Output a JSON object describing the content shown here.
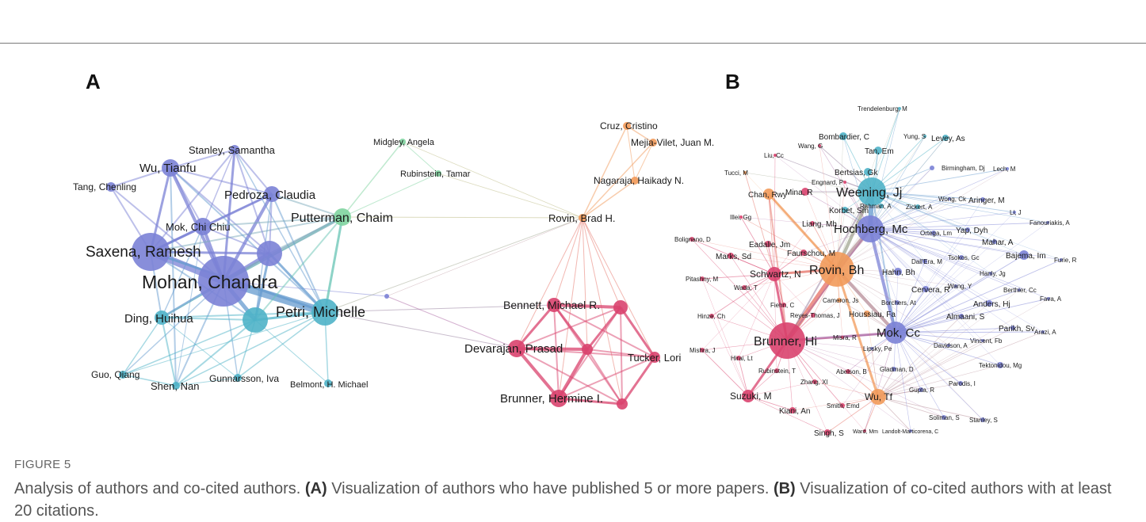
{
  "figure": {
    "label": "FIGURE 5",
    "caption_intro": "Analysis of authors and co-cited authors.",
    "caption_a_tag": "(A)",
    "caption_a_text": "Visualization of authors who have published 5 or more papers.",
    "caption_b_tag": "(B)",
    "caption_b_text": "Visualization of co-cited authors with at least 20 citations."
  },
  "panels": {
    "a_letter": "A",
    "b_letter": "B"
  },
  "colors": {
    "purple": "#7b82d6",
    "teal": "#4fb3c8",
    "green": "#7fd4a0",
    "orange": "#f29a5a",
    "pink": "#d9436e"
  },
  "panel_a": {
    "nodes": [
      {
        "id": "mohan",
        "label": "Mohan, Chandra",
        "cluster": "purple"
      },
      {
        "id": "saxena",
        "label": "Saxena, Ramesh",
        "cluster": "purple"
      },
      {
        "id": "wu_t",
        "label": "Wu, Tianfu",
        "cluster": "purple"
      },
      {
        "id": "stanley",
        "label": "Stanley, Samantha",
        "cluster": "purple"
      },
      {
        "id": "tang",
        "label": "Tang, Chenling",
        "cluster": "purple"
      },
      {
        "id": "pedroza",
        "label": "Pedroza, Claudia",
        "cluster": "purple"
      },
      {
        "id": "mok",
        "label": "Mok, Chi Chiu",
        "cluster": "purple"
      },
      {
        "id": "p_hub",
        "label": "",
        "cluster": "purple"
      },
      {
        "id": "putterman",
        "label": "Putterman, Chaim",
        "cluster": "green"
      },
      {
        "id": "petri",
        "label": "Petri, Michelle",
        "cluster": "teal"
      },
      {
        "id": "t_hub",
        "label": "",
        "cluster": "teal"
      },
      {
        "id": "ding",
        "label": "Ding, Huihua",
        "cluster": "teal"
      },
      {
        "id": "guo",
        "label": "Guo, Qiang",
        "cluster": "teal"
      },
      {
        "id": "shen",
        "label": "Shen, Nan",
        "cluster": "teal"
      },
      {
        "id": "gunnarsson",
        "label": "Gunnarsson, Iva",
        "cluster": "teal"
      },
      {
        "id": "belmont",
        "label": "Belmont, H. Michael",
        "cluster": "teal"
      },
      {
        "id": "midgley",
        "label": "Midgley, Angela",
        "cluster": "green"
      },
      {
        "id": "rubinstein",
        "label": "Rubinstein, Tamar",
        "cluster": "green"
      },
      {
        "id": "isolated",
        "label": "",
        "cluster": "purple"
      },
      {
        "id": "cruz",
        "label": "Cruz, Cristino",
        "cluster": "orange"
      },
      {
        "id": "mejia",
        "label": "Mejia-Vilet, Juan M.",
        "cluster": "orange"
      },
      {
        "id": "nagaraja",
        "label": "Nagaraja, Haikady N.",
        "cluster": "orange"
      },
      {
        "id": "rovin",
        "label": "Rovin, Brad H.",
        "cluster": "orange"
      },
      {
        "id": "bennett",
        "label": "Bennett, Michael R.",
        "cluster": "pink"
      },
      {
        "id": "k_r1",
        "label": "",
        "cluster": "pink"
      },
      {
        "id": "devarajan",
        "label": "Devarajan, Prasad",
        "cluster": "pink"
      },
      {
        "id": "k_mid",
        "label": "",
        "cluster": "pink"
      },
      {
        "id": "tucker",
        "label": "Tucker, Lori",
        "cluster": "pink"
      },
      {
        "id": "brunner",
        "label": "Brunner, Hermine I.",
        "cluster": "pink"
      },
      {
        "id": "k_br",
        "label": "",
        "cluster": "pink"
      }
    ]
  },
  "panel_b": {
    "nodes": [
      {
        "id": "weening",
        "label": "Weening, Jj",
        "cluster": "teal"
      },
      {
        "id": "hochberg",
        "label": "Hochberg, Mc",
        "cluster": "purple"
      },
      {
        "id": "rovin_bh",
        "label": "Rovin, Bh",
        "cluster": "orange"
      },
      {
        "id": "brunner_hi",
        "label": "Brunner, Hi",
        "cluster": "pink"
      },
      {
        "id": "mok_cc",
        "label": "Mok, Cc",
        "cluster": "purple"
      },
      {
        "id": "schwartz",
        "label": "Schwartz, N",
        "cluster": "pink"
      },
      {
        "id": "wu_tf",
        "label": "Wu, Tf",
        "cluster": "orange"
      },
      {
        "id": "suzuki",
        "label": "Suzuki, M",
        "cluster": "pink"
      },
      {
        "id": "trendelenburg",
        "label": "Trendelenburg, M",
        "cluster": "teal"
      },
      {
        "id": "bombardier",
        "label": "Bombardier, C",
        "cluster": "teal"
      },
      {
        "id": "yung",
        "label": "Yung, S",
        "cluster": "teal"
      },
      {
        "id": "levey",
        "label": "Levey, As",
        "cluster": "teal"
      },
      {
        "id": "wang_g",
        "label": "Wang, G",
        "cluster": "pink"
      },
      {
        "id": "tan_em",
        "label": "Tan, Em",
        "cluster": "teal"
      },
      {
        "id": "liu_cc",
        "label": "Liu, Cc",
        "cluster": "pink"
      },
      {
        "id": "tucci",
        "label": "Tucci, M",
        "cluster": "orange"
      },
      {
        "id": "bertsias",
        "label": "Bertsias, Gk",
        "cluster": "teal"
      },
      {
        "id": "birmingham",
        "label": "Birmingham, Dj",
        "cluster": "purple"
      },
      {
        "id": "lech",
        "label": "Lech, M",
        "cluster": "purple"
      },
      {
        "id": "engnard",
        "label": "Engnard, P",
        "cluster": "pink"
      },
      {
        "id": "chan_rwy",
        "label": "Chan, Rwy",
        "cluster": "orange"
      },
      {
        "id": "mina",
        "label": "Mina, R",
        "cluster": "pink"
      },
      {
        "id": "wong_ck",
        "label": "Wong, Ck",
        "cluster": "purple"
      },
      {
        "id": "aringer",
        "label": "Aringer, M",
        "cluster": "purple"
      },
      {
        "id": "rahman",
        "label": "Rahman, A",
        "cluster": "teal"
      },
      {
        "id": "zickert",
        "label": "Zickert, A",
        "cluster": "teal"
      },
      {
        "id": "li_j",
        "label": "Li, J",
        "cluster": "purple"
      },
      {
        "id": "illei",
        "label": "Illei, Gg",
        "cluster": "pink"
      },
      {
        "id": "kobel",
        "label": "Korbet, Sm",
        "cluster": "teal"
      },
      {
        "id": "liang",
        "label": "Liang, Mh",
        "cluster": "pink"
      },
      {
        "id": "fanouriakis",
        "label": "Fanouriakis, A",
        "cluster": "purple"
      },
      {
        "id": "ortega",
        "label": "Ortega, Lm",
        "cluster": "purple"
      },
      {
        "id": "yap",
        "label": "Yap, Dyh",
        "cluster": "purple"
      },
      {
        "id": "bolignano",
        "label": "Bolignano, D",
        "cluster": "pink"
      },
      {
        "id": "eadalie",
        "label": "Eadalie, Jm",
        "cluster": "pink"
      },
      {
        "id": "mahar",
        "label": "Mahar, A",
        "cluster": "purple"
      },
      {
        "id": "marks",
        "label": "Marks, Sd",
        "cluster": "pink"
      },
      {
        "id": "fauschou",
        "label": "Faurschou, M",
        "cluster": "pink"
      },
      {
        "id": "dall_era",
        "label": "Dall'Era, M",
        "cluster": "purple"
      },
      {
        "id": "tsokos",
        "label": "Tsokos, Gc",
        "cluster": "purple"
      },
      {
        "id": "bajema",
        "label": "Bajema, Im",
        "cluster": "purple"
      },
      {
        "id": "furie",
        "label": "Furie, R",
        "cluster": "purple"
      },
      {
        "id": "hahn",
        "label": "Hahn, Bh",
        "cluster": "purple"
      },
      {
        "id": "hanly",
        "label": "Hanly, Jg",
        "cluster": "purple"
      },
      {
        "id": "pitashny",
        "label": "Pitashny, M",
        "cluster": "pink"
      },
      {
        "id": "wada",
        "label": "Wada, T",
        "cluster": "pink"
      },
      {
        "id": "wang_y",
        "label": "Wang, Y",
        "cluster": "purple"
      },
      {
        "id": "cervera",
        "label": "Cervera, R",
        "cluster": "purple"
      },
      {
        "id": "berthier",
        "label": "Berthier, Cc",
        "cluster": "purple"
      },
      {
        "id": "cameron",
        "label": "Cameron, Js",
        "cluster": "orange"
      },
      {
        "id": "fava",
        "label": "Fava, A",
        "cluster": "purple"
      },
      {
        "id": "fiehn",
        "label": "Fiehn, C",
        "cluster": "pink"
      },
      {
        "id": "borchers",
        "label": "Borchers, At",
        "cluster": "purple"
      },
      {
        "id": "anders",
        "label": "Anders, Hj",
        "cluster": "purple"
      },
      {
        "id": "hinze",
        "label": "Hinze, Ch",
        "cluster": "pink"
      },
      {
        "id": "reyes",
        "label": "Reyes-Thomas, J",
        "cluster": "pink"
      },
      {
        "id": "houssiau",
        "label": "Houssiau, Fa",
        "cluster": "orange"
      },
      {
        "id": "almaani",
        "label": "Almaani, S",
        "cluster": "purple"
      },
      {
        "id": "parikh",
        "label": "Parikh, Sv",
        "cluster": "purple"
      },
      {
        "id": "arazi",
        "label": "Arazi, A",
        "cluster": "purple"
      },
      {
        "id": "misra",
        "label": "Misra, R",
        "cluster": "pink"
      },
      {
        "id": "vincent",
        "label": "Vincent, Fb",
        "cluster": "purple"
      },
      {
        "id": "davidson",
        "label": "Davidson, A",
        "cluster": "purple"
      },
      {
        "id": "mishra",
        "label": "Mishra, J",
        "cluster": "pink"
      },
      {
        "id": "lipsky",
        "label": "Lipsky, Pe",
        "cluster": "purple"
      },
      {
        "id": "hirai",
        "label": "Hirai, Lt",
        "cluster": "pink"
      },
      {
        "id": "tektonidou",
        "label": "Tektonidou, Mg",
        "cluster": "purple"
      },
      {
        "id": "rubinstein_t",
        "label": "Rubinstein, T",
        "cluster": "pink"
      },
      {
        "id": "abelson",
        "label": "Abelson, B",
        "cluster": "pink"
      },
      {
        "id": "gladman",
        "label": "Gladman, D",
        "cluster": "purple"
      },
      {
        "id": "zhang_xl",
        "label": "Zhang, Xl",
        "cluster": "pink"
      },
      {
        "id": "parodis",
        "label": "Parodis, I",
        "cluster": "purple"
      },
      {
        "id": "gupta",
        "label": "Gupta, R",
        "cluster": "purple"
      },
      {
        "id": "smith",
        "label": "Smith, Emd",
        "cluster": "pink"
      },
      {
        "id": "kiani",
        "label": "Kiani, An",
        "cluster": "pink"
      },
      {
        "id": "soliman",
        "label": "Soliman, S",
        "cluster": "purple"
      },
      {
        "id": "stanley_s",
        "label": "Stanley, S",
        "cluster": "purple"
      },
      {
        "id": "singh",
        "label": "Singh, S",
        "cluster": "pink"
      },
      {
        "id": "ward",
        "label": "Ward, Mm",
        "cluster": "pink"
      },
      {
        "id": "landolt",
        "label": "Landolt-Marticorena, C",
        "cluster": "purple"
      }
    ]
  }
}
